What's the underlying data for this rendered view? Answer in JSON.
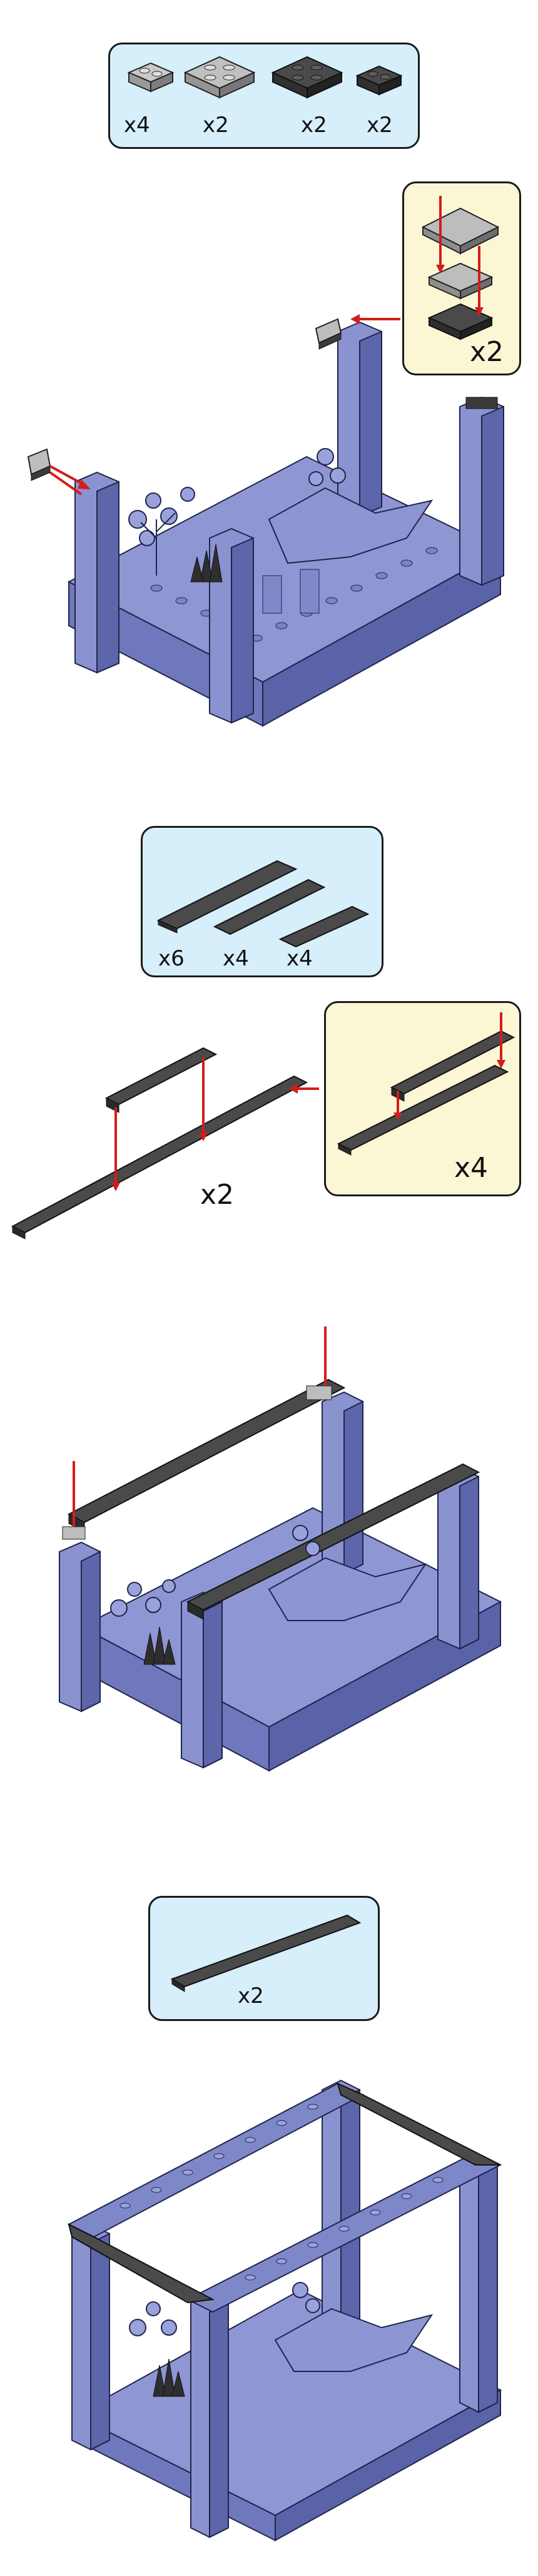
{
  "step1": {
    "parts": [
      {
        "label": "x4",
        "icon": "light-gray-plate-1x2-icon"
      },
      {
        "label": "x2",
        "icon": "light-gray-plate-2x2-icon"
      },
      {
        "label": "x2",
        "icon": "dark-gray-plate-2x2-icon"
      },
      {
        "label": "x2",
        "icon": "dark-gray-plate-1x2-icon"
      }
    ],
    "subassembly_multiplier": "x2"
  },
  "step2": {
    "parts": [
      {
        "label": "x6",
        "icon": "dark-gray-plate-1x10-icon"
      },
      {
        "label": "x4",
        "icon": "dark-gray-plate-1x8-icon"
      },
      {
        "label": "x4",
        "icon": "dark-gray-plate-1x6-icon"
      }
    ],
    "subassembly_multiplier": "x4",
    "build_multiplier": "x2"
  },
  "step4": {
    "parts": [
      {
        "label": "x2",
        "icon": "dark-gray-beam-1x16-icon"
      }
    ]
  },
  "colors": {
    "panel_bg": "#d6effa",
    "subassembly_bg": "#fbf6d4",
    "brick_blue": "#8f98d4",
    "brick_dark": "#3a3a3a",
    "brick_light": "#a8a8a8",
    "arrow_red": "#d41c1c"
  }
}
